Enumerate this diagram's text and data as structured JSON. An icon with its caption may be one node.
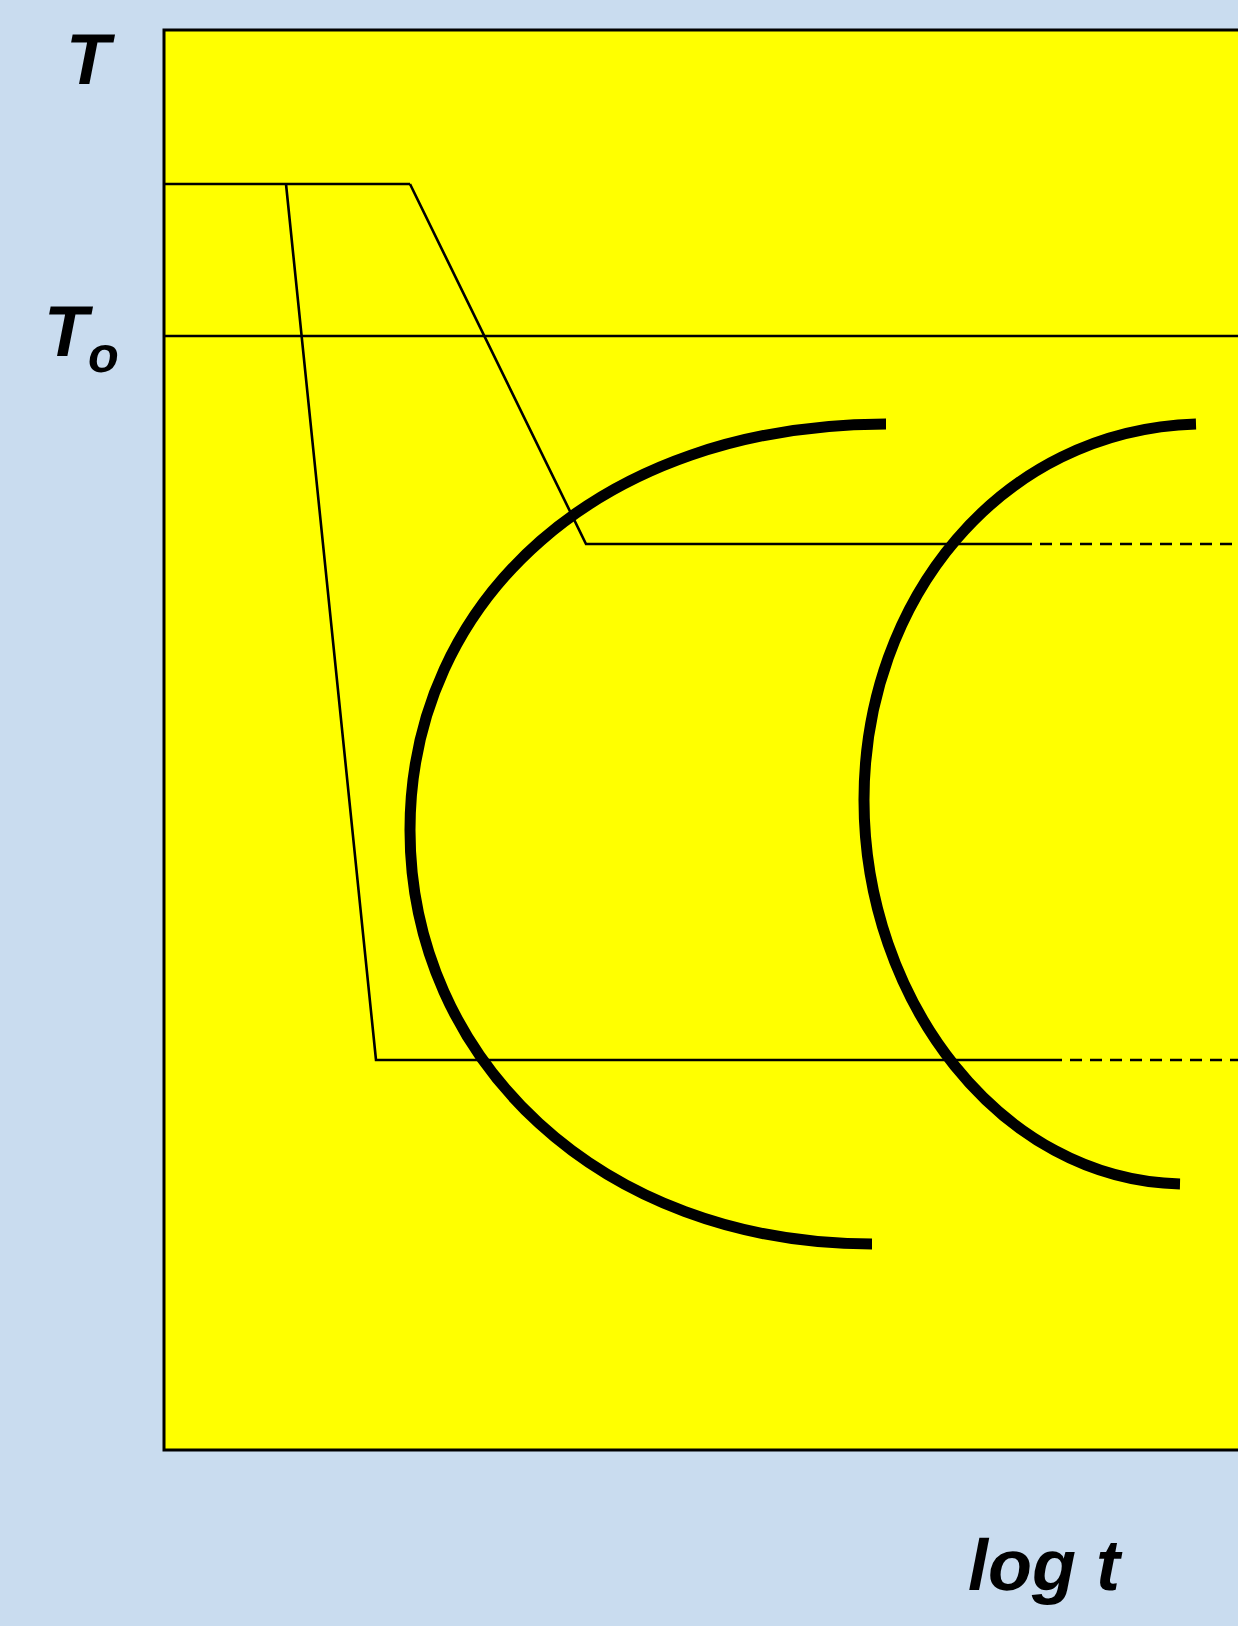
{
  "diagram": {
    "labels": [
      "T",
      "T$_{o}$",
      "log t"
    ]
  }
}
